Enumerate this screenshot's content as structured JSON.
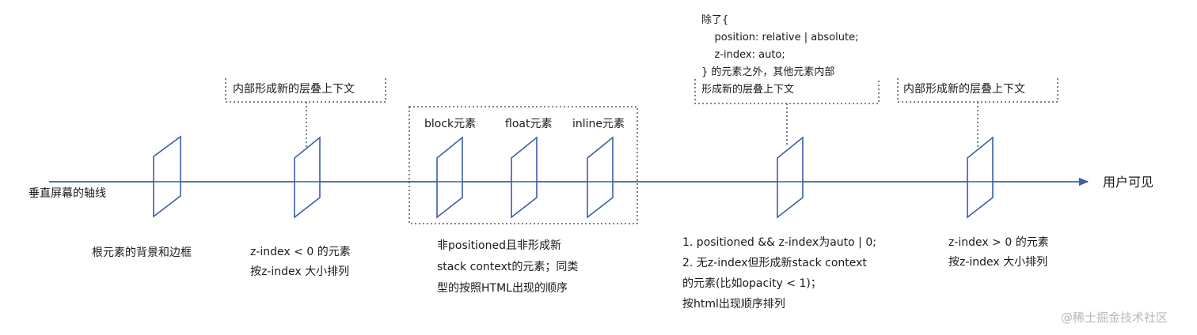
{
  "axis": {
    "left_label": "垂直屏幕的轴线",
    "right_label": "用户可见",
    "line_color": "#3b5fa8"
  },
  "annotations": {
    "inner_context_left": "内部形成新的层叠上下文",
    "inner_context_right": "内部形成新的层叠上下文",
    "block": "block元素",
    "float": "float元素",
    "inline": "inline元素",
    "except_lines": [
      "除了{",
      "    position: relative | absolute;",
      "    z-index: auto;",
      "} 的元素之外，其他元素内部",
      "形成新的层叠上下文"
    ]
  },
  "captions": {
    "root": [
      "根元素的背景和边框"
    ],
    "negative": [
      "z-index < 0 的元素",
      "按z-index 大小排列"
    ],
    "nonpositioned": [
      "非positioned且非形成新",
      "stack context的元素；同类",
      "型的按照HTML出现的顺序"
    ],
    "positioned": [
      "1. positioned && z-index为auto | 0;",
      "2. 无z-index但形成新stack context",
      "的元素(比如opacity < 1)；",
      "按html出现顺序排列"
    ],
    "positive": [
      "z-index > 0 的元素",
      "按z-index 大小排列"
    ]
  },
  "watermark": "@稀土掘金技术社区"
}
